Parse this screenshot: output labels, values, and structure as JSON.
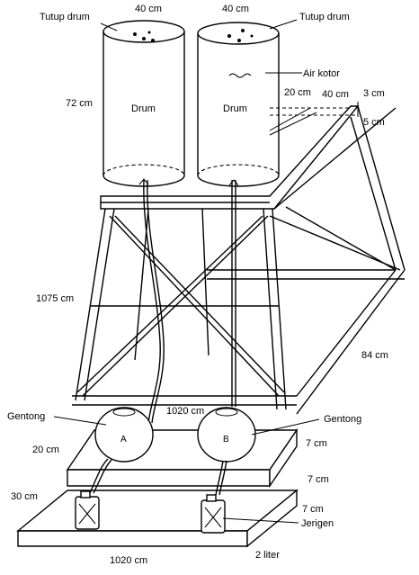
{
  "drum_left": {
    "lid_label": "Tutup drum",
    "width_label": "40 cm",
    "height_label": "72 cm",
    "body_label": "Drum"
  },
  "drum_right": {
    "lid_label": "Tutup drum",
    "width_label": "40 cm",
    "body_label": "Drum",
    "liquid_label": "Air kotor"
  },
  "platform": {
    "gap_label": "20 cm",
    "width_label": "40 cm",
    "lip_label": "3 cm",
    "depth_label": "5 cm"
  },
  "stand": {
    "height_label": "1075 cm",
    "side_label": "84 cm",
    "bottom_width_label": "1020 cm"
  },
  "gentong_left": {
    "name_label": "Gentong",
    "letter": "A",
    "height_label": "20 cm"
  },
  "gentong_right": {
    "name_label": "Gentong",
    "letter": "B",
    "dim1_label": "7 cm",
    "dim2_label": "7 cm"
  },
  "base": {
    "height_label": "30 cm",
    "dim3_label": "7 cm",
    "jerigen_label": "Jerigen",
    "width_label": "1020 cm",
    "volume_label": "2 liter"
  }
}
